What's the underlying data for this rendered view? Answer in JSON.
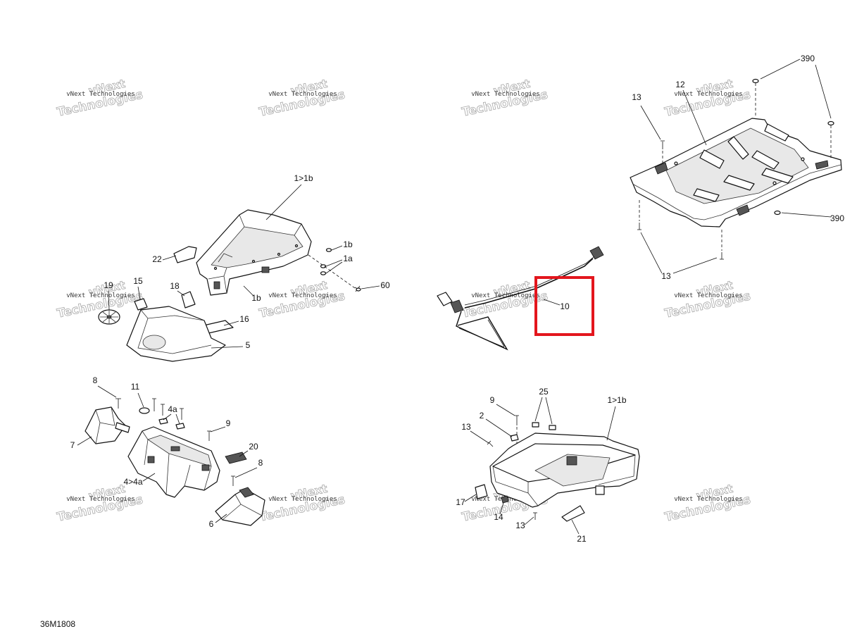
{
  "figure_id": "36M1808",
  "watermark": {
    "big_top": "vNext",
    "small": "vNext Technologies",
    "big_bottom": "Technologies"
  },
  "callouts": [
    "390",
    "12",
    "13",
    "390",
    "13",
    "1>1b",
    "1b",
    "1a",
    "60",
    "1b",
    "22",
    "15",
    "19",
    "18",
    "16",
    "5",
    "10",
    "8",
    "11",
    "4a",
    "9",
    "7",
    "20",
    "8",
    "4>4a",
    "6",
    "9",
    "25",
    "1>1b",
    "2",
    "13",
    "17",
    "14",
    "13",
    "21"
  ],
  "highlight": {
    "color": "#e3161d"
  }
}
